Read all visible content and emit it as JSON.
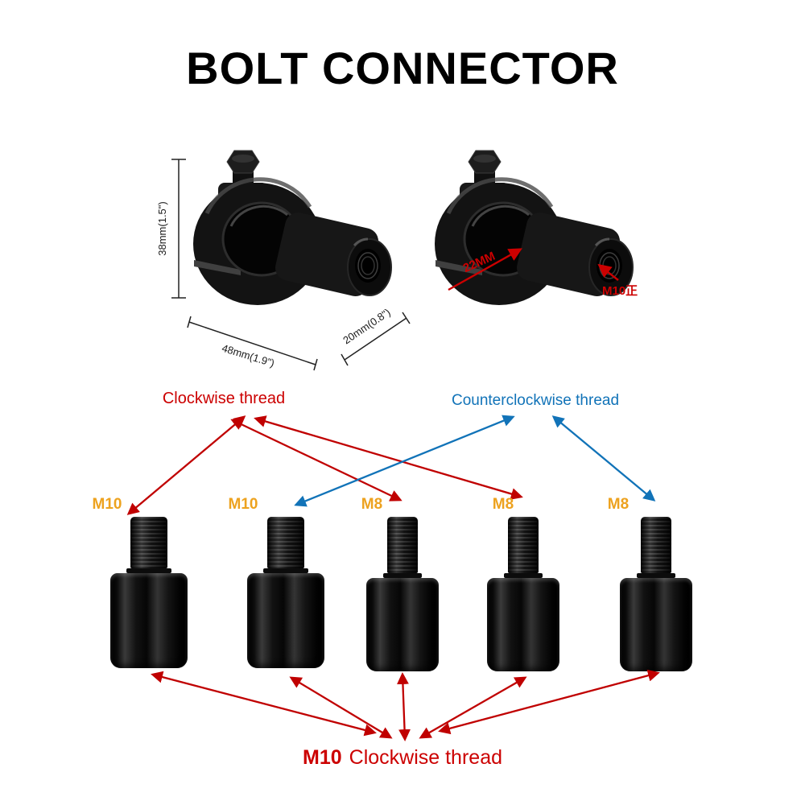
{
  "title": "BOLT CONNECTOR",
  "clamp_annotations": {
    "height": "38mm(1.5\")",
    "width": "48mm(1.9\")",
    "depth": "20mm(0.8\")",
    "clamp_diameter": "22MM",
    "thread": "M10正"
  },
  "thread_labels": {
    "clockwise": "Clockwise thread",
    "counterclockwise": "Counterclockwise thread"
  },
  "adapters": [
    {
      "label": "M10",
      "thread_direction": "clockwise"
    },
    {
      "label": "M10",
      "thread_direction": "counterclockwise"
    },
    {
      "label": "M8",
      "thread_direction": "clockwise"
    },
    {
      "label": "M8",
      "thread_direction": "clockwise"
    },
    {
      "label": "M8",
      "thread_direction": "counterclockwise"
    }
  ],
  "bottom_caption": {
    "size": "M10",
    "text": "Clockwise thread"
  },
  "colors": {
    "red": "#cc0000",
    "blue": "#1173b8",
    "orange": "#eda21f"
  }
}
